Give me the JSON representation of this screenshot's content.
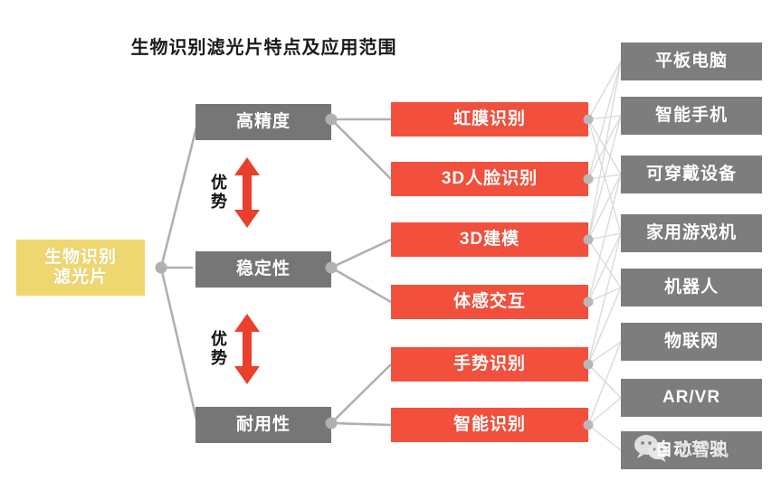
{
  "title": "生物识别滤光片特点及应用范围",
  "colors": {
    "root_bg": "#EFD770",
    "feature_bg": "#767676",
    "application_bg": "#F2503C",
    "usecase_bg": "#7D7D7D",
    "link": "#B0B0B0",
    "thin_link": "#D8D8D8",
    "arrow": "#E8402A",
    "title_text": "#1B1B1B"
  },
  "root": {
    "line1": "生物识别",
    "line2": "滤光片"
  },
  "features": [
    {
      "label": "高精度"
    },
    {
      "label": "稳定性"
    },
    {
      "label": "耐用性"
    }
  ],
  "advantage_markers": [
    {
      "label": "优势"
    },
    {
      "label": "优势"
    }
  ],
  "applications": [
    {
      "label": "虹膜识别"
    },
    {
      "label": "3D人脸识别"
    },
    {
      "label": "3D建模"
    },
    {
      "label": "体感交互"
    },
    {
      "label": "手势识别"
    },
    {
      "label": "智能识别"
    }
  ],
  "usecases": [
    {
      "label": "平板电脑"
    },
    {
      "label": "智能手机"
    },
    {
      "label": "可穿戴设备"
    },
    {
      "label": "家用游戏机"
    },
    {
      "label": "机器人"
    },
    {
      "label": "物联网"
    },
    {
      "label": "AR/VR"
    },
    {
      "label": "自动驾驶"
    }
  ],
  "watermark": {
    "text": "芯智讯",
    "icon": "wechat-icon"
  }
}
